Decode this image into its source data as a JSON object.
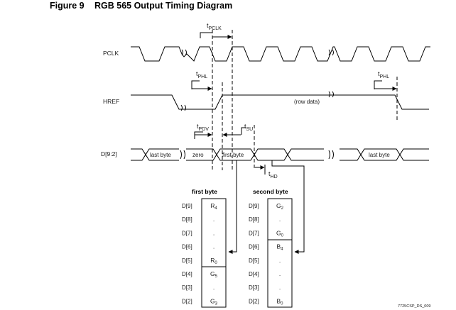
{
  "figure": {
    "number": "Figure 9",
    "title": "RGB 565 Output Timing Diagram"
  },
  "signals": {
    "pclk": "PCLK",
    "href": "HREF",
    "data": "D[9:2]"
  },
  "timing_labels": {
    "t_pclk": {
      "main": "t",
      "sub": "PCLK"
    },
    "t_phl_left": {
      "main": "t",
      "sub": "PHL"
    },
    "t_phl_right": {
      "main": "t",
      "sub": "PHL"
    },
    "t_pdv": {
      "main": "t",
      "sub": "PDV"
    },
    "t_su": {
      "main": "t",
      "sub": "SU"
    },
    "t_hd": {
      "main": "t",
      "sub": "HD"
    }
  },
  "href_note": "(row data)",
  "data_segments": {
    "last_byte_left": "last byte",
    "zero": "zero",
    "first_byte": "first byte",
    "last_byte_right": "last byte"
  },
  "first_byte": {
    "title": "first byte",
    "rows": [
      {
        "pin": "D[9]",
        "value": "R",
        "sub": "4"
      },
      {
        "pin": "D[8]",
        "value": ".",
        "sub": ""
      },
      {
        "pin": "D[7]",
        "value": ".",
        "sub": ""
      },
      {
        "pin": "D[6]",
        "value": ".",
        "sub": ""
      },
      {
        "pin": "D[5]",
        "value": "R",
        "sub": "0"
      },
      {
        "pin": "D[4]",
        "value": "G",
        "sub": "5"
      },
      {
        "pin": "D[3]",
        "value": ".",
        "sub": ""
      },
      {
        "pin": "D[2]",
        "value": "G",
        "sub": "3"
      }
    ]
  },
  "second_byte": {
    "title": "second byte",
    "rows": [
      {
        "pin": "D[9]",
        "value": "G",
        "sub": "2"
      },
      {
        "pin": "D[8]",
        "value": ".",
        "sub": ""
      },
      {
        "pin": "D[7]",
        "value": "G",
        "sub": "0"
      },
      {
        "pin": "D[6]",
        "value": "B",
        "sub": "4"
      },
      {
        "pin": "D[5]",
        "value": ".",
        "sub": ""
      },
      {
        "pin": "D[4]",
        "value": ".",
        "sub": ""
      },
      {
        "pin": "D[3]",
        "value": ".",
        "sub": ""
      },
      {
        "pin": "D[2]",
        "value": "B",
        "sub": "0"
      }
    ]
  },
  "doc_code": "7725CSP_DS_009"
}
